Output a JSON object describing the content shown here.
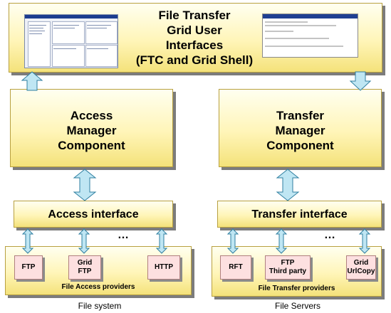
{
  "top": {
    "lines": [
      "File Transfer",
      "Grid User",
      "Interfaces",
      "(FTC and Grid Shell)"
    ]
  },
  "left_mid": {
    "lines": [
      "Access",
      "Manager",
      "Component"
    ]
  },
  "right_mid": {
    "lines": [
      "Transfer",
      "Manager",
      "Component"
    ]
  },
  "access_interface": "Access interface",
  "transfer_interface": "Transfer interface",
  "ellipsis": "…",
  "left_providers": [
    {
      "label": "FTP"
    },
    {
      "label": "Grid\nFTP"
    },
    {
      "label": "HTTP"
    }
  ],
  "right_providers": [
    {
      "label": "RFT"
    },
    {
      "label": "FTP\nThird party"
    },
    {
      "label": "Grid\nUrlCopy"
    }
  ],
  "left_group_label": "File Access providers",
  "right_group_label": "File Transfer  providers",
  "left_caption": "File system",
  "right_caption": "File Servers",
  "colors": {
    "box_fill": "#fff5b8",
    "arrow_fill": "#bfe6f3",
    "arrow_stroke": "#2f7fa0",
    "provider_fill": "#fde0e0"
  }
}
